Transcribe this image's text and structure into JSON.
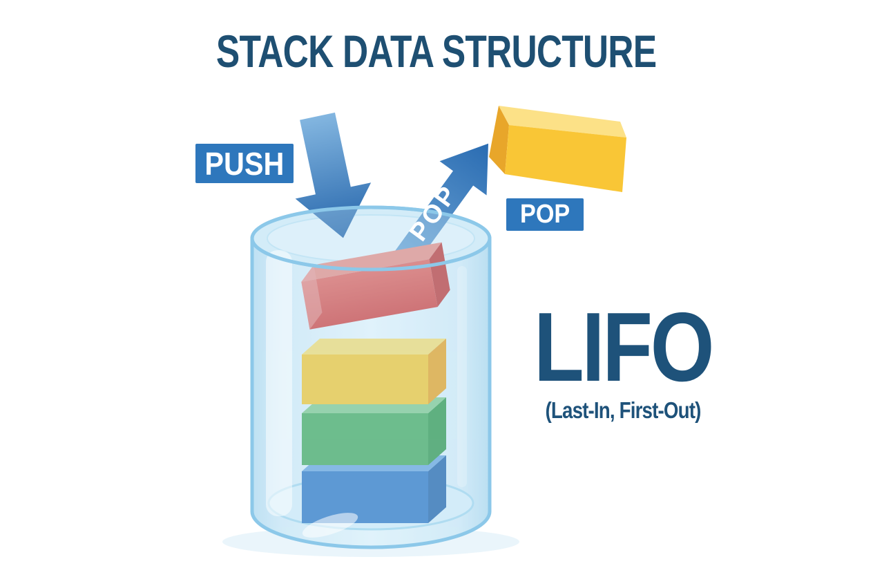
{
  "title": "STACK DATA STRUCTURE",
  "operations": {
    "push_label": "PUSH",
    "pop_arrow_label": "POP",
    "pop_label": "POP"
  },
  "principle": {
    "acronym": "LIFO",
    "expansion": "(Last-In, First-Out)"
  },
  "diagram": {
    "container": "transparent glass cylinder",
    "stack_blocks_bottom_to_top": [
      "blue",
      "green",
      "yellow"
    ],
    "incoming_block": "red (being pushed in)",
    "outgoing_block": "yellow (popped out)"
  },
  "colors": {
    "title_text": "#1e4f72",
    "label_background": "#2e77bc",
    "label_text": "#ffffff",
    "arrow_blue_dark": "#2a6cb2",
    "arrow_blue_light": "#83b6e0",
    "glass_blue": "#cde9f8",
    "glass_outline": "#8cc8e9",
    "block_red": "#dc4a44",
    "block_yellow": "#f9c730",
    "block_green": "#47ab5d",
    "block_blue": "#2e76c6"
  }
}
